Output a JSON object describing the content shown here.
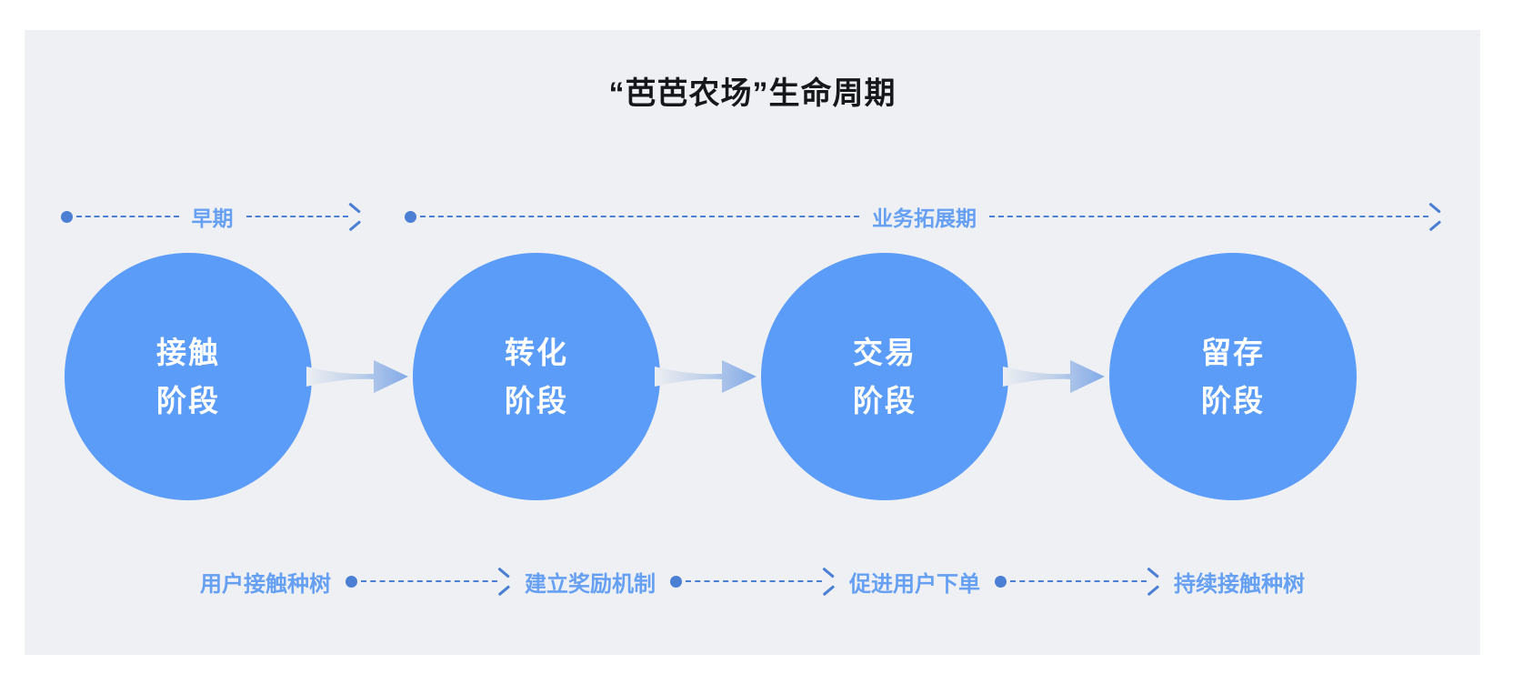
{
  "frame": {
    "background_color": "#eff0f4",
    "page_background_color": "#ffffff"
  },
  "header": {
    "title": "“芭芭农场”生命周期"
  },
  "colors": {
    "circle_blue": "#5b9cf8",
    "label_blue": "#66a0f2",
    "dash_blue": "#4a7fd4",
    "title_black": "#15171a",
    "arrow_gradient_start": "#eceef2",
    "arrow_gradient_end": "#7fa9e6"
  },
  "phases": [
    {
      "label": "早期",
      "dot": "phase-start-dot-icon",
      "arrow": "phase-arrow-icon"
    },
    {
      "label": "业务拓展期",
      "dot": "phase-start-dot-icon",
      "arrow": "phase-arrow-icon"
    }
  ],
  "stages": [
    {
      "line1": "接触",
      "line2": "阶段"
    },
    {
      "line1": "转化",
      "line2": "阶段"
    },
    {
      "line1": "交易",
      "line2": "阶段"
    },
    {
      "line1": "留存",
      "line2": "阶段"
    }
  ],
  "stage_connectors": [
    {
      "icon": "gradient-arrow-right-icon"
    },
    {
      "icon": "gradient-arrow-right-icon"
    },
    {
      "icon": "gradient-arrow-right-icon"
    }
  ],
  "steps": [
    {
      "label": "用户接触种树"
    },
    {
      "label": "建立奖励机制"
    },
    {
      "label": "促进用户下单"
    },
    {
      "label": "持续接触种树"
    }
  ],
  "step_connectors": [
    {
      "dot": "step-start-dot-icon",
      "arrow": "step-arrow-icon"
    },
    {
      "dot": "step-start-dot-icon",
      "arrow": "step-arrow-icon"
    },
    {
      "dot": "step-start-dot-icon",
      "arrow": "step-arrow-icon"
    }
  ],
  "diagram_data": {
    "type": "flow",
    "title": "“芭芭农场”生命周期",
    "node_sequence": [
      "接触阶段",
      "转化阶段",
      "交易阶段",
      "留存阶段"
    ],
    "phase_spans": [
      {
        "label": "早期",
        "covers": [
          "接触阶段"
        ]
      },
      {
        "label": "业务拓展期",
        "covers": [
          "转化阶段",
          "交易阶段",
          "留存阶段"
        ]
      }
    ],
    "action_sequence": [
      "用户接触种树",
      "建立奖励机制",
      "促进用户下单",
      "持续接触种树"
    ],
    "direction": "left-to-right"
  }
}
